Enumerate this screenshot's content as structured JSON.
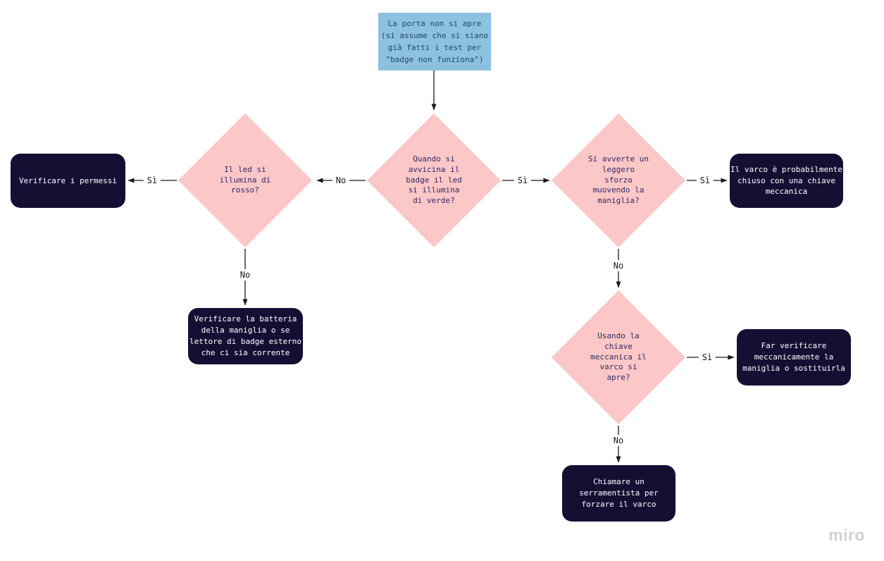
{
  "board": {
    "app": "miro",
    "watermark": "miro",
    "colors": {
      "node_blue": "#8CC1DF",
      "node_pink": "#FBC7C7",
      "node_dark_navy": "#141034",
      "text_on_blue": "#1E4A66",
      "text_on_pink": "#312A63",
      "text_on_dark": "#FFFFFF",
      "connector": "#1A1A1A",
      "watermark_gray": "#D2D0DA"
    }
  },
  "nodes": {
    "start": {
      "shape": "rectangle",
      "label": "La porta non si apre (si assume che si siano già fatti i test per \"badge non funziona\")"
    },
    "q_led_green": {
      "shape": "diamond",
      "label": "Quando si avvicina il badge il led si illumina di verde?"
    },
    "q_led_red": {
      "shape": "diamond",
      "label": "Il led si illumina di rosso?"
    },
    "check_permissions": {
      "shape": "rounded-rectangle",
      "label": "Verificare i permessi"
    },
    "check_battery": {
      "shape": "rounded-rectangle",
      "label": "Verificare la batteria della maniglia o se lettore di badge esterno che ci sia corrente"
    },
    "q_effort": {
      "shape": "diamond",
      "label": "Si avverte un leggero sforzo muovendo la maniglia?"
    },
    "closed_with_key": {
      "shape": "rounded-rectangle",
      "label": "Il varco è probabilmente chiuso con una chiave meccanica"
    },
    "q_key_opens": {
      "shape": "diamond",
      "label": "Usando la chiave meccanica il varco si apre?"
    },
    "check_handle": {
      "shape": "rounded-rectangle",
      "label": "Far verificare meccanicamente la maniglia o sostituirla"
    },
    "call_locksmith": {
      "shape": "rounded-rectangle",
      "label": "Chiamare un serramentista per forzare il varco"
    }
  },
  "edges": {
    "start_to_green": {
      "from": "start",
      "to": "q_led_green",
      "label": ""
    },
    "green_to_red": {
      "from": "q_led_green",
      "to": "q_led_red",
      "label": "No"
    },
    "green_to_effort": {
      "from": "q_led_green",
      "to": "q_effort",
      "label": "Sì"
    },
    "red_to_permissions": {
      "from": "q_led_red",
      "to": "check_permissions",
      "label": "Sì"
    },
    "red_to_battery": {
      "from": "q_led_red",
      "to": "check_battery",
      "label": "No"
    },
    "effort_to_closed": {
      "from": "q_effort",
      "to": "closed_with_key",
      "label": "Sì"
    },
    "effort_to_keyq": {
      "from": "q_effort",
      "to": "q_key_opens",
      "label": "No"
    },
    "keyq_to_handle": {
      "from": "q_key_opens",
      "to": "check_handle",
      "label": "Sì"
    },
    "keyq_to_locksmith": {
      "from": "q_key_opens",
      "to": "call_locksmith",
      "label": "No"
    }
  }
}
